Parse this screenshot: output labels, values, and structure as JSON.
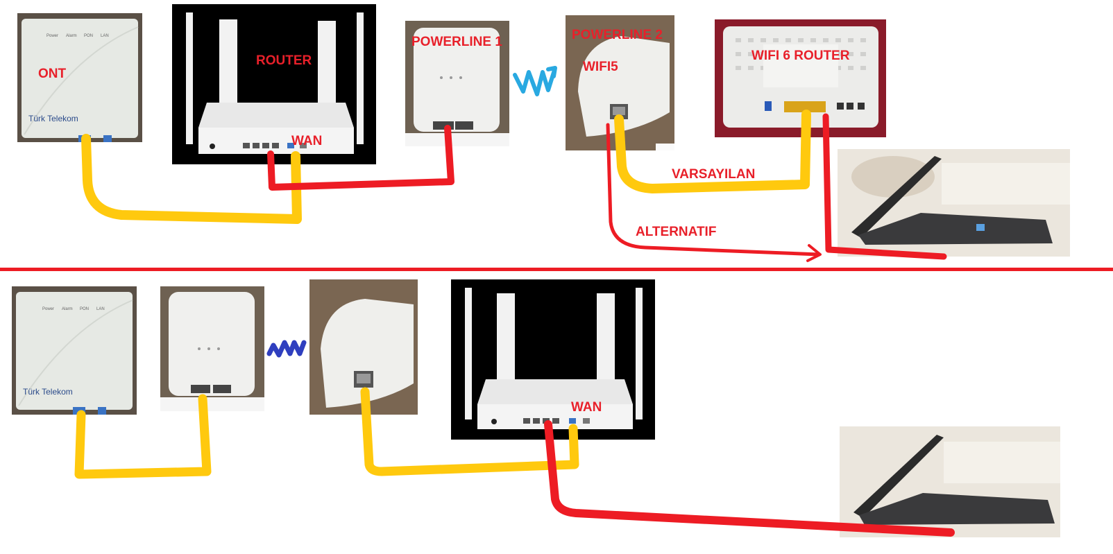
{
  "labels": {
    "ont": "ONT",
    "router": "ROUTER",
    "wan_top": "WAN",
    "powerline1": "POWERLINE 1",
    "powerline2": "POWERLINE 2",
    "wifi5": "WIFI5",
    "wifi6_router": "WIFI 6 ROUTER",
    "varsayilan": "VARSAYILAN",
    "alternatif": "ALTERNATIF",
    "wan_bottom": "WAN"
  },
  "device_text": {
    "ont_brand": "Türk Telekom",
    "ont_leds": [
      "Power",
      "Alarm",
      "PON",
      "LAN"
    ]
  },
  "colors": {
    "cable_yellow": "#ffc90e",
    "cable_red": "#ed1c24",
    "wireless_blue": "#29a9e1",
    "wireless_navy": "#2f3fbf",
    "divider": "#ed1c24",
    "label": "#e8202a"
  }
}
